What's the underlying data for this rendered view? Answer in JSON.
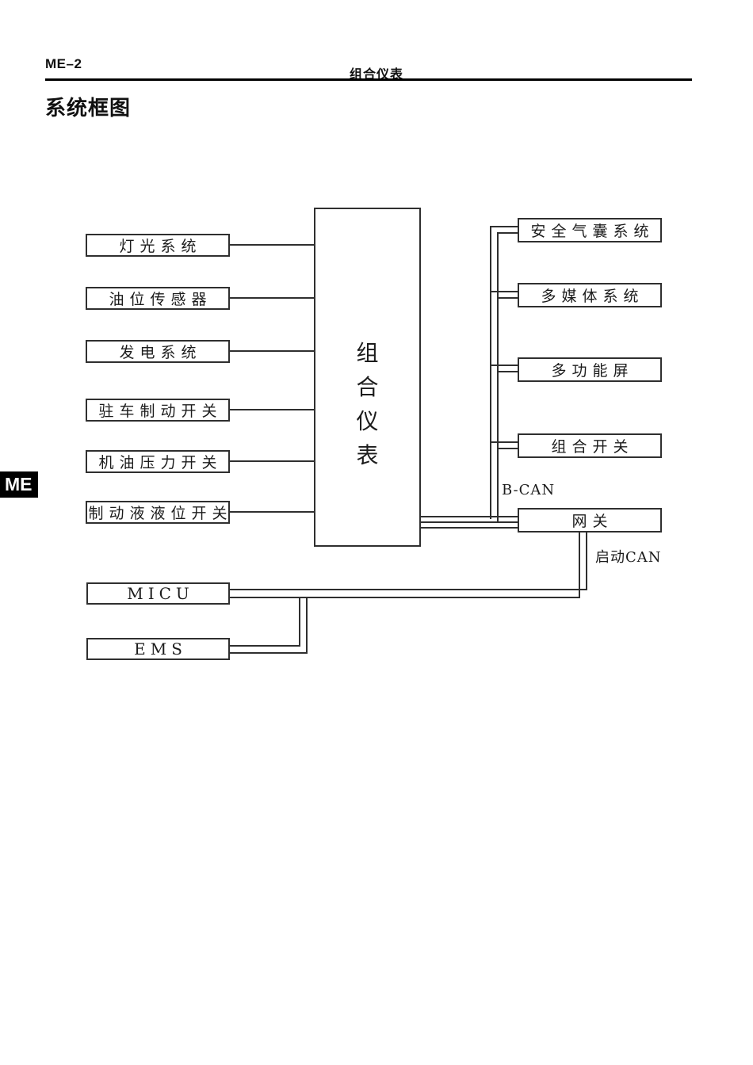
{
  "page": {
    "page_code": "ME–2",
    "chapter_title": "组合仪表",
    "section_title": "系统框图",
    "side_tab_label": "ME"
  },
  "diagram": {
    "center_box": "组合仪表",
    "left_boxes": [
      {
        "label": "灯光系统"
      },
      {
        "label": "油位传感器"
      },
      {
        "label": "发电系统"
      },
      {
        "label": "驻车制动开关"
      },
      {
        "label": "机油压力开关"
      },
      {
        "label": "制动液液位开关"
      }
    ],
    "right_boxes": [
      {
        "label": "安全气囊系统"
      },
      {
        "label": "多媒体系统"
      },
      {
        "label": "多功能屏"
      },
      {
        "label": "组合开关"
      },
      {
        "label": "网关"
      }
    ],
    "bottom_boxes": [
      {
        "label": "MICU"
      },
      {
        "label": "EMS"
      }
    ],
    "bus_labels": {
      "b_can": "B-CAN",
      "start_can": "启动CAN"
    },
    "connections": {
      "single_wire_to_center": [
        "灯光系统",
        "油位传感器",
        "发电系统",
        "驻车制动开关",
        "机油压力开关",
        "制动液液位开关"
      ],
      "b_can_bus_nodes": [
        "组合仪表",
        "安全气囊系统",
        "多媒体系统",
        "多功能屏",
        "组合开关",
        "网关"
      ],
      "start_can_bus_nodes": [
        "网关",
        "MICU",
        "EMS"
      ]
    },
    "colors": {
      "line": "#2f2f2f",
      "tab_background": "#000000",
      "tab_text": "#ffffff",
      "page_background": "#ffffff"
    }
  }
}
